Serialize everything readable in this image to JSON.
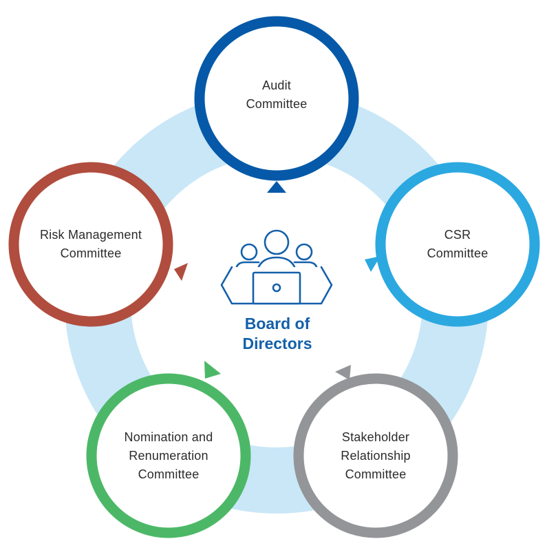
{
  "center": {
    "icon": "meeting-table-icon",
    "title_line1": "Board of",
    "title_line2": "Directors",
    "color": "#1460aa"
  },
  "ring_color": "#c9e7f7",
  "committees": [
    {
      "name": "audit",
      "lines": [
        "Audit",
        "Committee"
      ],
      "color": "#0559a8"
    },
    {
      "name": "csr",
      "lines": [
        "CSR",
        "Committee"
      ],
      "color": "#2ba8e0"
    },
    {
      "name": "stakeholder",
      "lines": [
        "Stakeholder",
        "Relationship",
        "Committee"
      ],
      "color": "#939598"
    },
    {
      "name": "nomination",
      "lines": [
        "Nomination and",
        "Renumeration",
        "Committee"
      ],
      "color": "#4cb867"
    },
    {
      "name": "risk",
      "lines": [
        "Risk Management",
        "Committee"
      ],
      "color": "#b04d3e"
    }
  ]
}
